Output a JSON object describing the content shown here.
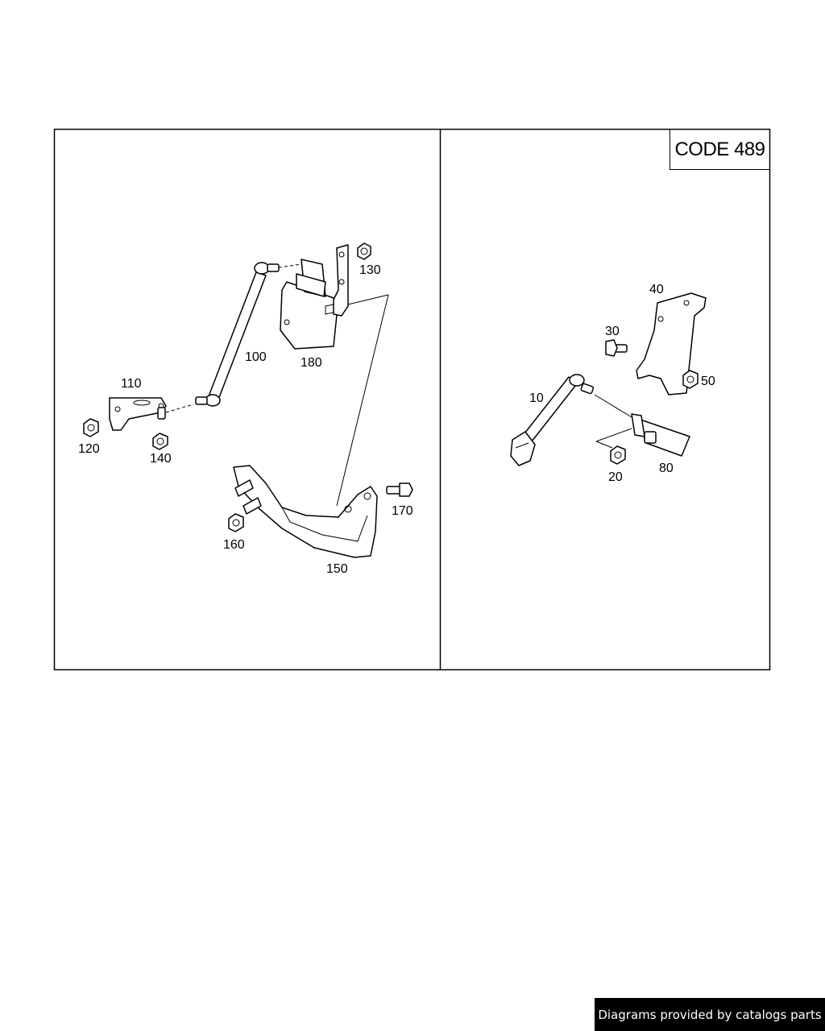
{
  "code_box": {
    "label": "CODE 489"
  },
  "left_panel": {
    "callouts": {
      "p100": "100",
      "p110": "110",
      "p120": "120",
      "p130": "130",
      "p140": "140",
      "p150": "150",
      "p160": "160",
      "p170": "170",
      "p180": "180"
    }
  },
  "right_panel": {
    "callouts": {
      "p10": "10",
      "p20": "20",
      "p30": "30",
      "p40": "40",
      "p50": "50",
      "p80": "80"
    }
  },
  "footer": {
    "credit": "Diagrams provided by catalogs parts"
  }
}
